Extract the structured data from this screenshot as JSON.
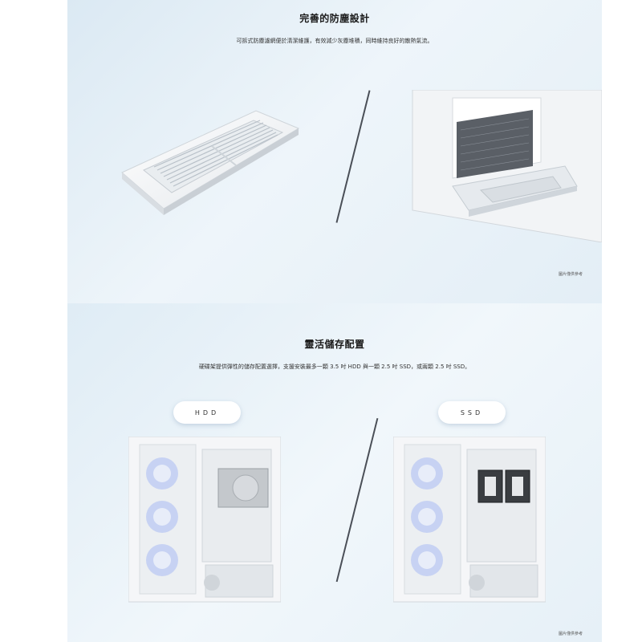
{
  "section1": {
    "title": "完善的防塵設計",
    "subtitle": "可拆式防塵濾網便於清潔維護，有效減少灰塵堆積，同時維持良好的散熱氣流。",
    "note": "圖片僅供參考",
    "images": [
      {
        "icon": "dust-filter-panel-image"
      },
      {
        "icon": "bottom-dust-filter-drawer-image"
      }
    ]
  },
  "section2": {
    "title": "靈活儲存配置",
    "subtitle": "硬碟架提供彈性的儲存配置選擇，支援安裝最多一顆 3.5 吋 HDD 與一顆 2.5 吋 SSD，或兩顆 2.5 吋 SSD。",
    "note": "圖片僅供參考",
    "hdd_label": "HDD",
    "ssd_label": "SSD",
    "images": [
      {
        "icon": "pc-case-with-hdd-image"
      },
      {
        "icon": "pc-case-with-ssd-image"
      }
    ]
  }
}
